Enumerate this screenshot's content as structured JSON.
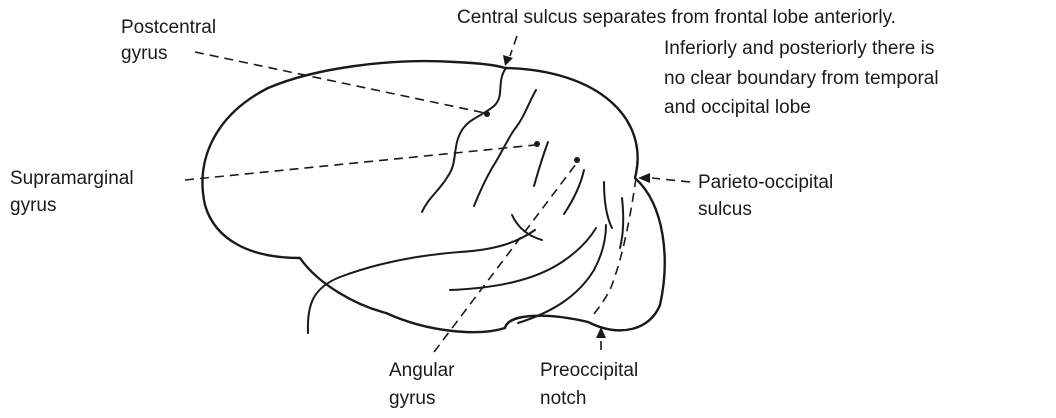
{
  "labels": {
    "postcentral": [
      "Postcentral",
      "gyrus"
    ],
    "central_sulcus": [
      "Central sulcus separates from frontal lobe anteriorly.",
      "Inferiorly and posteriorly there is",
      "no clear boundary from temporal",
      "and occipital lobe"
    ],
    "supramarginal": [
      "Supramarginal",
      "gyrus"
    ],
    "parieto_occipital": [
      "Parieto-occipital",
      "sulcus"
    ],
    "angular": [
      "Angular",
      "gyrus"
    ],
    "preoccipital": [
      "Preoccipital",
      "notch"
    ]
  }
}
